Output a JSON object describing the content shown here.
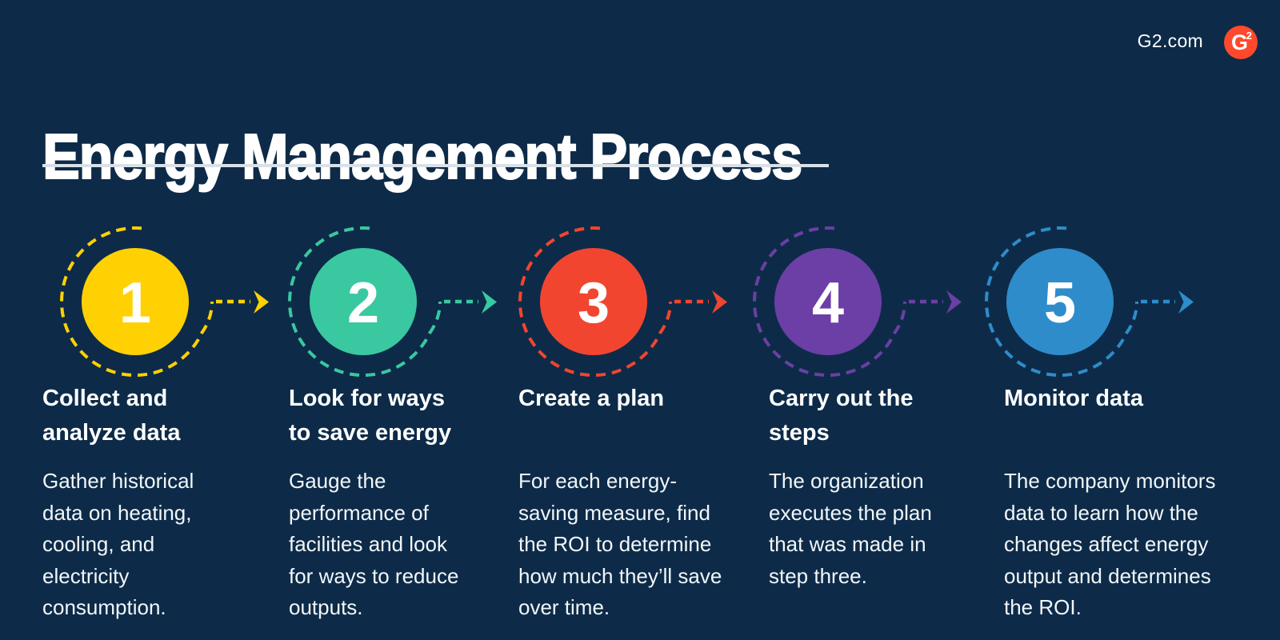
{
  "header": {
    "site": "G2.com",
    "logo": {
      "letter": "G",
      "sup": "2",
      "color": "#FF492C"
    }
  },
  "title": {
    "text": "Energy Management Process"
  },
  "colors": {
    "background": "#0D2B48",
    "underline": "#D9E0E8",
    "heading_text": "#FFFFFF",
    "body_text": "#F2F6F9"
  },
  "steps": [
    {
      "number": "1",
      "color": "#FFD103",
      "heading": "Collect and\nanalyze data",
      "body": "Gather historical\ndata on heating,\ncooling, and\nelectricity\nconsumption."
    },
    {
      "number": "2",
      "color": "#3AC8A0",
      "heading": "Look for ways\nto save energy",
      "body": "Gauge the\nperformance of\nfacilities and look\nfor ways to reduce\noutputs."
    },
    {
      "number": "3",
      "color": "#F2452F",
      "heading": "Create a plan",
      "body": "For each energy-\nsaving measure, find\nthe ROI to determine\nhow much they’ll save\nover time."
    },
    {
      "number": "4",
      "color": "#6B3FA5",
      "heading": "Carry out the\nsteps",
      "body": "The organization\nexecutes the plan\nthat was made in\nstep three."
    },
    {
      "number": "5",
      "color": "#2E8CCB",
      "heading": "Monitor data",
      "body": "The company monitors\ndata to learn how the\nchanges affect energy\noutput and determines\nthe ROI."
    }
  ]
}
